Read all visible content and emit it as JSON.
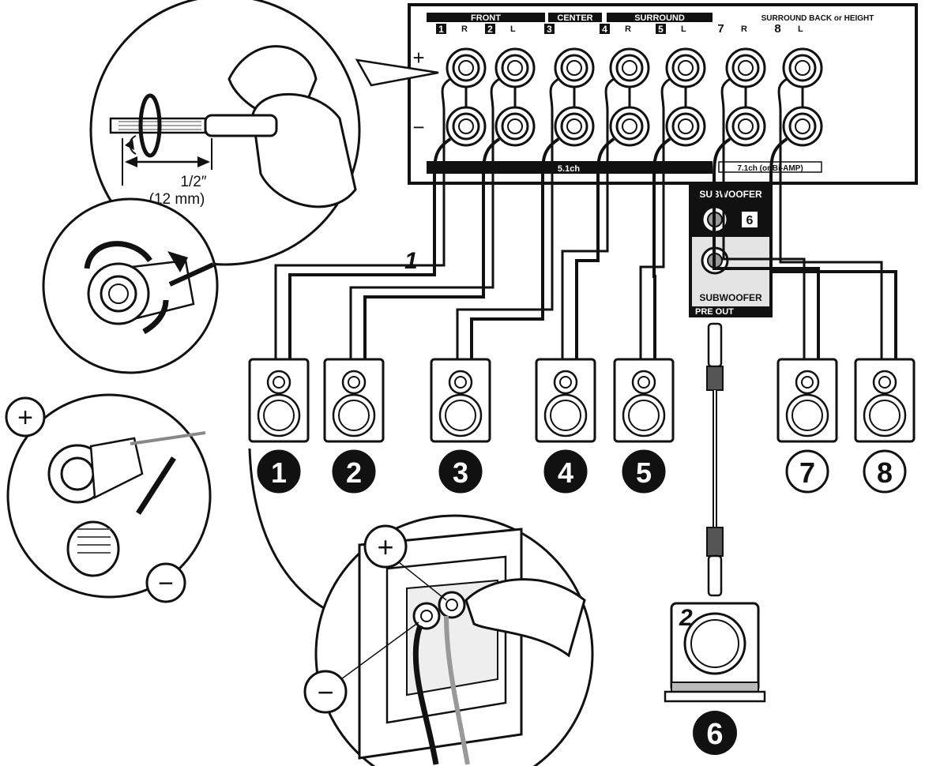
{
  "panel": {
    "groups": {
      "front": "FRONT",
      "center": "CENTER",
      "surround": "SURROUND",
      "back": "SURROUND BACK or HEIGHT"
    },
    "channels": [
      {
        "num": "1",
        "side": "R"
      },
      {
        "num": "2",
        "side": "L"
      },
      {
        "num": "3",
        "side": ""
      },
      {
        "num": "4",
        "side": "R"
      },
      {
        "num": "5",
        "side": "L"
      },
      {
        "num": "7",
        "side": "R"
      },
      {
        "num": "8",
        "side": "L"
      }
    ],
    "plus_sign": "+",
    "minus_sign": "−",
    "bar_51": "5.1ch",
    "bar_71": "7.1ch (or Bi-AMP)"
  },
  "subwoofer_panel": {
    "title": "SUBWOOFER",
    "badge": "6",
    "label": "SUBWOOFER",
    "preout": "PRE OUT"
  },
  "strip": {
    "length_in": "1/2″",
    "length_mm": "(12 mm)"
  },
  "steps": {
    "step1": "1",
    "step2": "2"
  },
  "speaker_numbers": [
    "1",
    "2",
    "3",
    "4",
    "5",
    "7",
    "8"
  ],
  "subwoofer_number": "6",
  "polarity": {
    "plus": "+",
    "minus": "−"
  },
  "colors": {
    "line": "#111111",
    "panel_bg": "#ffffff",
    "label_bg": "#111111",
    "shade": "#d9d9d9"
  }
}
